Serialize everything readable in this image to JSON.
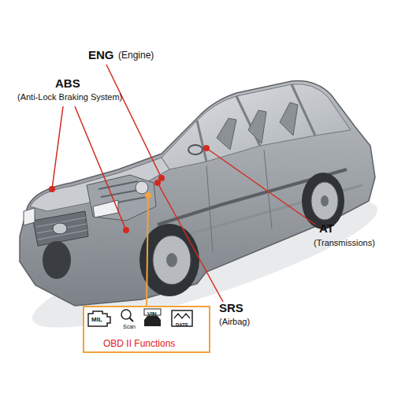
{
  "diagram": {
    "nodes": [
      {
        "text": [
          "MIL",
          "Scan",
          "VIN",
          "DATE",
          "OBD II Functions"
        ]
      }
    ],
    "labels": [
      "ENG",
      "(Engine)",
      "ABS",
      "(Anti-Lock Braking System)",
      "AT",
      "(Transmissions)",
      "SRS",
      "(Airbag)"
    ]
  }
}
